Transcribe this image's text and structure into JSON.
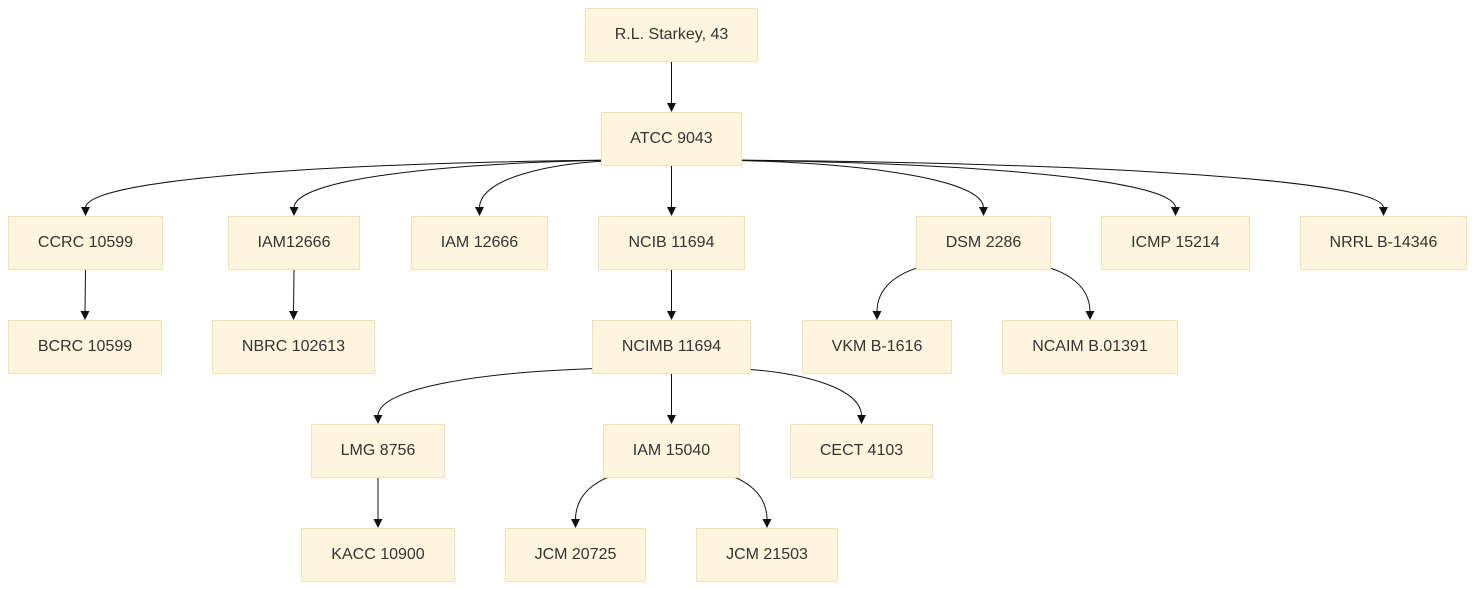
{
  "nodes": {
    "root": "R.L. Starkey, 43",
    "atcc": "ATCC 9043",
    "ccrc": "CCRC 10599",
    "iam12666a": "IAM12666",
    "iam12666b": "IAM 12666",
    "ncib": "NCIB 11694",
    "dsm": "DSM 2286",
    "icmp": "ICMP 15214",
    "nrrl": "NRRL B-14346",
    "bcrc": "BCRC 10599",
    "nbrc": "NBRC 102613",
    "ncimb": "NCIMB 11694",
    "vkm": "VKM B-1616",
    "ncaim": "NCAIM B.01391",
    "lmg": "LMG 8756",
    "iam15040": "IAM 15040",
    "cect": "CECT 4103",
    "kacc": "KACC 10900",
    "jcm20725": "JCM 20725",
    "jcm21503": "JCM 21503"
  },
  "edges": [
    [
      "root",
      "atcc"
    ],
    [
      "atcc",
      "ccrc"
    ],
    [
      "atcc",
      "iam12666a"
    ],
    [
      "atcc",
      "iam12666b"
    ],
    [
      "atcc",
      "ncib"
    ],
    [
      "atcc",
      "dsm"
    ],
    [
      "atcc",
      "icmp"
    ],
    [
      "atcc",
      "nrrl"
    ],
    [
      "ccrc",
      "bcrc"
    ],
    [
      "iam12666a",
      "nbrc"
    ],
    [
      "ncib",
      "ncimb"
    ],
    [
      "dsm",
      "vkm"
    ],
    [
      "dsm",
      "ncaim"
    ],
    [
      "ncimb",
      "lmg"
    ],
    [
      "ncimb",
      "iam15040"
    ],
    [
      "ncimb",
      "cect"
    ],
    [
      "lmg",
      "kacc"
    ],
    [
      "iam15040",
      "jcm20725"
    ],
    [
      "iam15040",
      "jcm21503"
    ]
  ]
}
